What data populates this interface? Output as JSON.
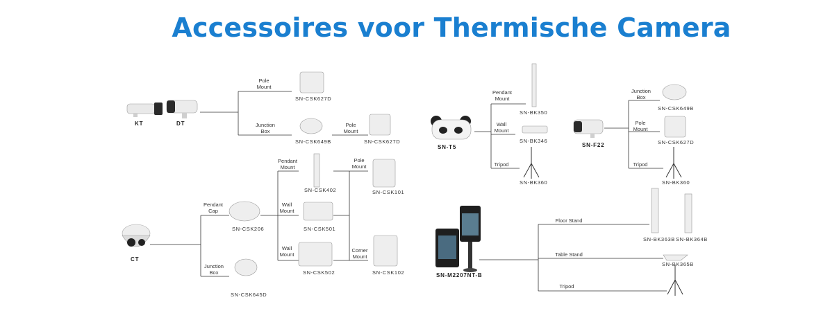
{
  "title": "Accessoires voor Thermische Camera",
  "colors": {
    "title": "#1a7fd0",
    "lines": "#333333",
    "text": "#333333"
  },
  "devices": {
    "kt": "KT",
    "dt": "DT",
    "ct": "CT",
    "snt5": "SN-T5",
    "snf22": "SN-F22",
    "snm2207": "SN-M2207NT-B"
  },
  "labels": {
    "pole_mount_1": "Pole Mount",
    "junction_box_1": "Junction Box",
    "pole_mount_2": "Pole Mount",
    "pendant_cap": "Pendant Cap",
    "junction_box_2": "Junction Box",
    "pendant_mount_1": "Pendant Mount",
    "wall_mount_1": "Wall Mount",
    "wall_mount_2": "Wall Mount",
    "pole_mount_3": "Pole Mount",
    "corner_mount": "Corner Mount",
    "pendant_mount_2": "Pendant Mount",
    "wall_mount_3": "Wall Mount",
    "tripod_1": "Tripod",
    "junction_box_3": "Junction Box",
    "pole_mount_4": "Pole Mount",
    "tripod_2": "Tripod",
    "floor_stand": "Floor Stand",
    "table_stand": "Table Stand",
    "tripod_3": "Tripod"
  },
  "codes": {
    "csk627d_1": "SN-CSK627D",
    "csk649b_1": "SN-CSK649B",
    "csk627d_2": "SN-CSK627D",
    "csk402": "SN-CSK402",
    "csk501": "SN-CSK501",
    "csk502": "SN-CSK502",
    "csk101": "SN-CSK101",
    "csk102": "SN-CSK102",
    "csk206": "SN-CSK206",
    "csk645d": "SN-CSK645D",
    "bk350": "SN-BK350",
    "bk346": "SN-BK346",
    "bk360_1": "SN-BK360",
    "csk649b_2": "SN-CSK649B",
    "csk627d_3": "SN-CSK627D",
    "bk360_2": "SN-BK360",
    "bk363b": "SN-BK363B",
    "bk364b": "SN-BK364B",
    "bk365b": "SN-BK365B"
  }
}
